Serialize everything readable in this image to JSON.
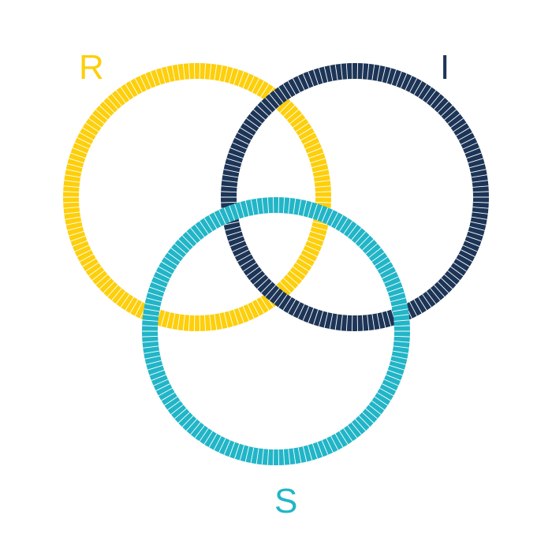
{
  "diagram": {
    "rings": [
      {
        "name": "ring-r",
        "label": "R",
        "color": "#FDCF0C"
      },
      {
        "name": "ring-i",
        "label": "I",
        "color": "#1D3557"
      },
      {
        "name": "ring-s",
        "label": "S",
        "color": "#22B5C7"
      }
    ],
    "tick_color": "#ffffff"
  }
}
